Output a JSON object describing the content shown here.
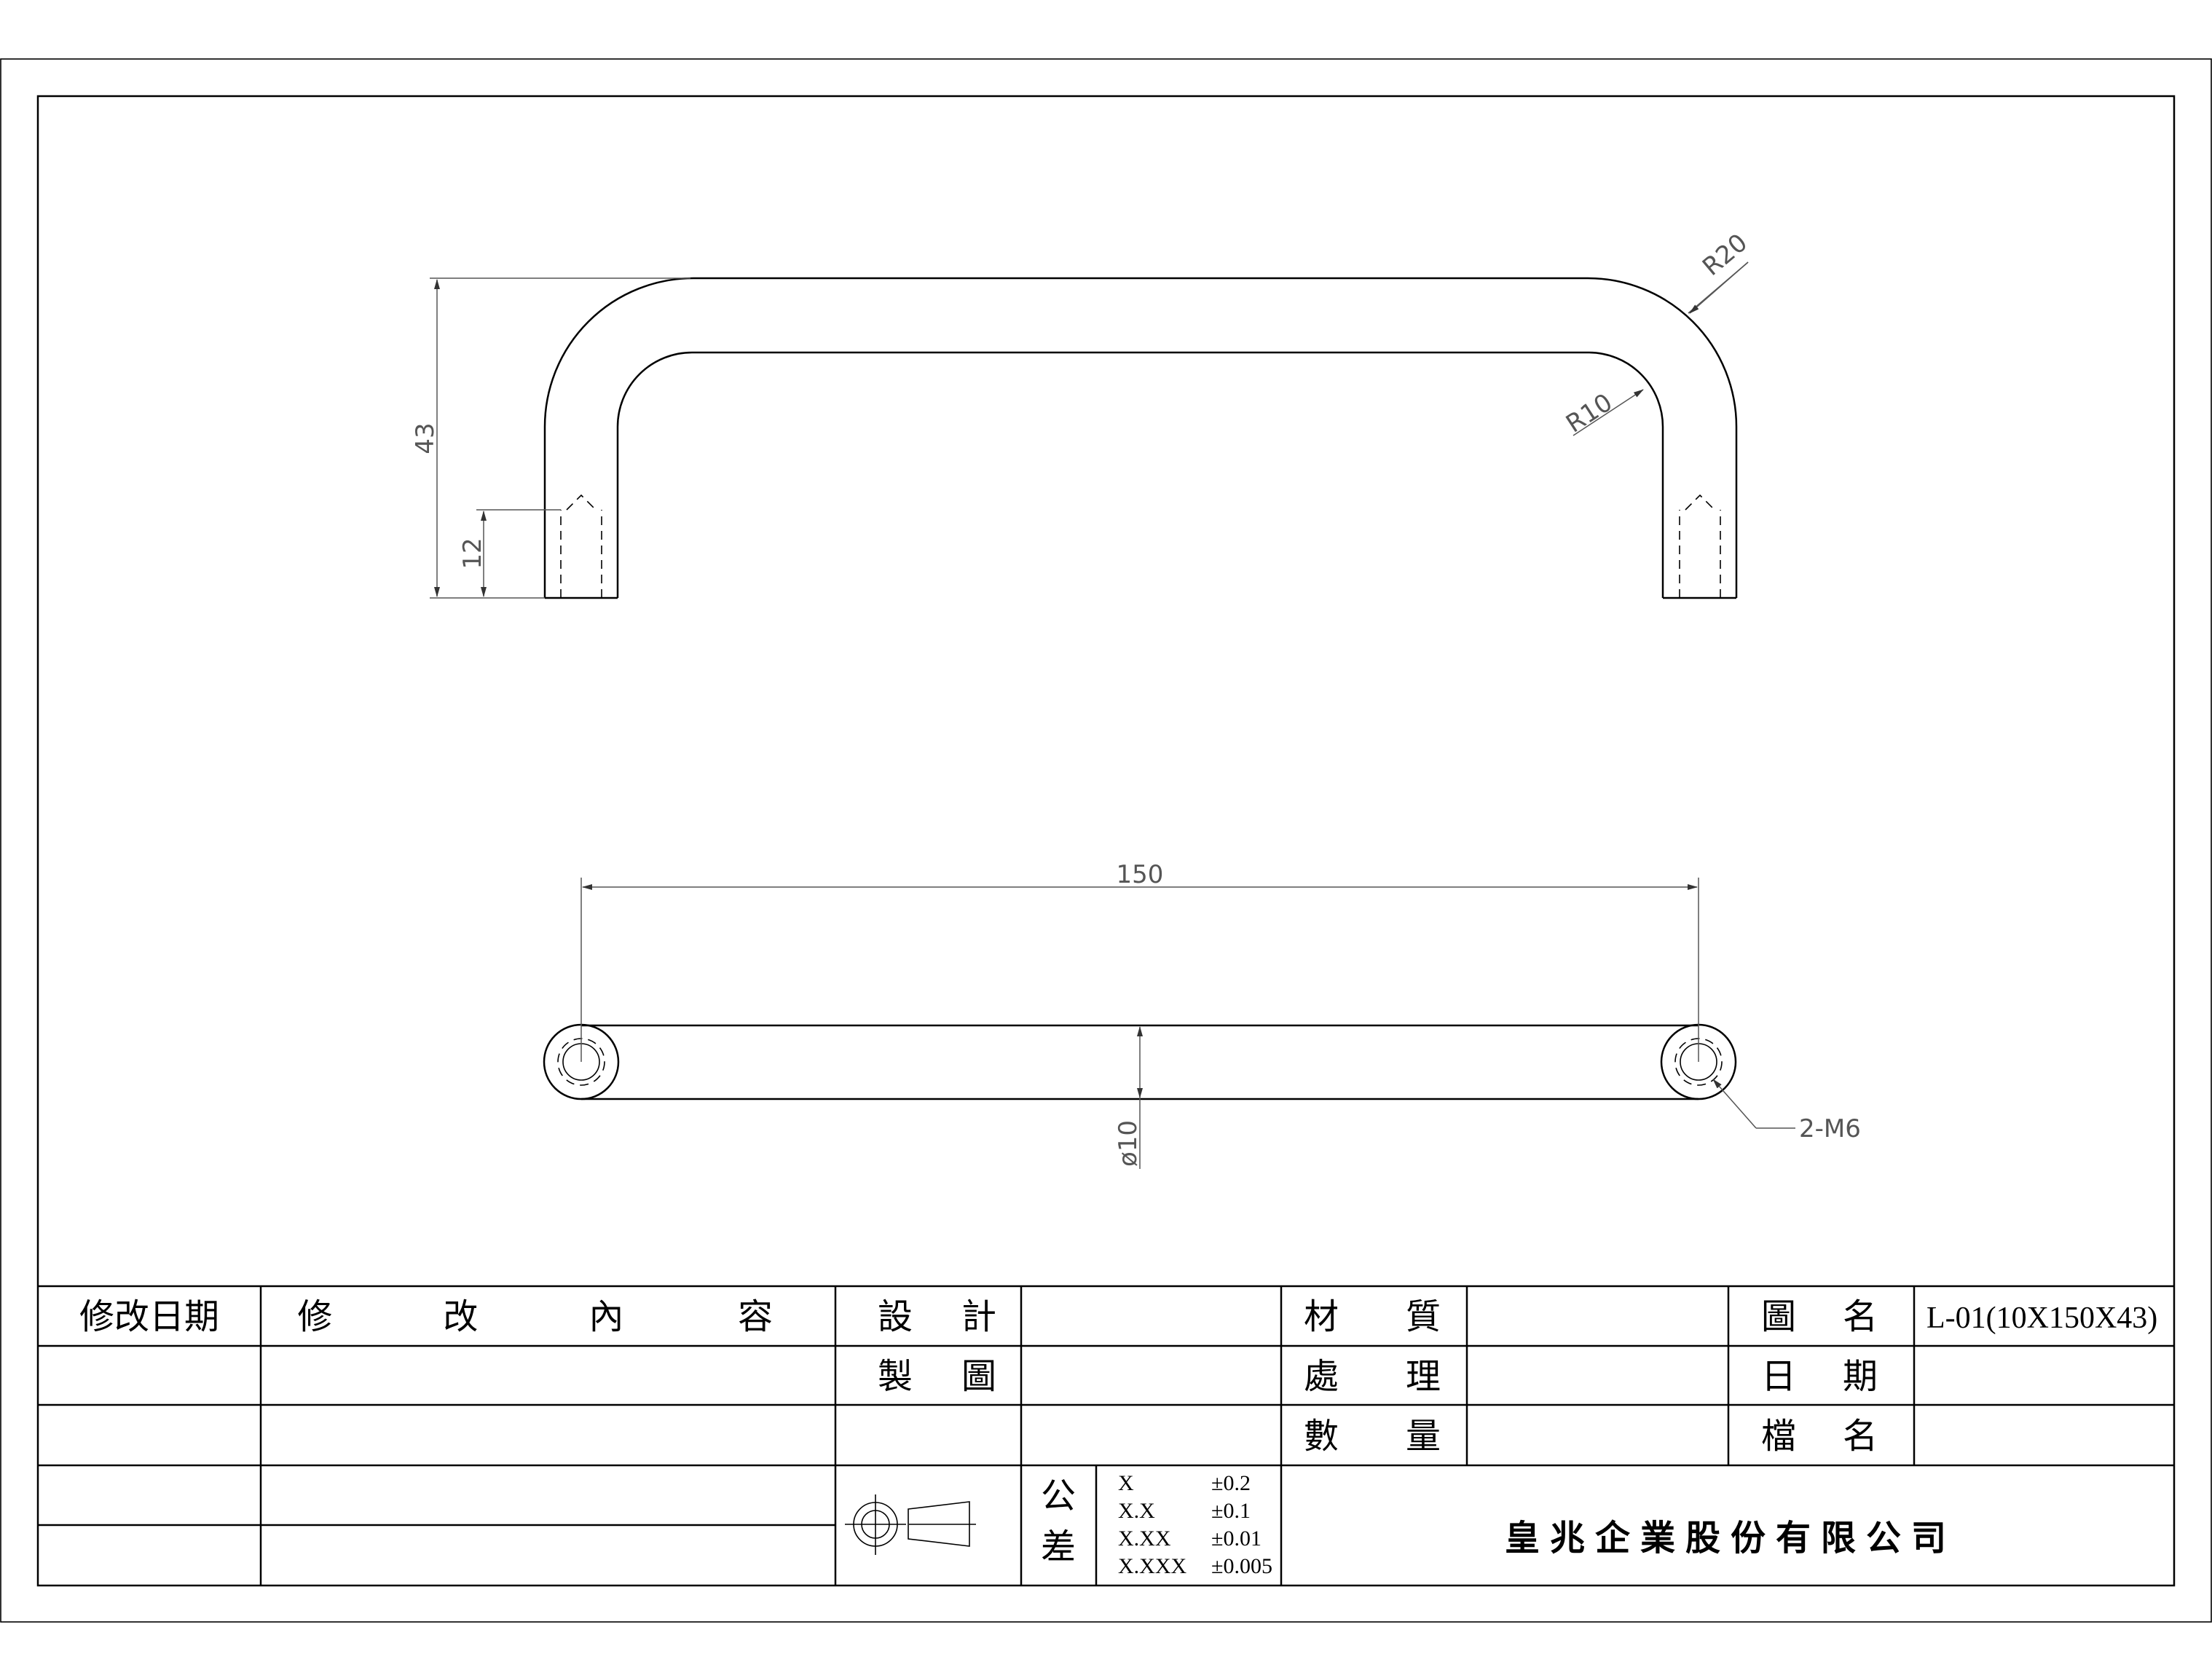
{
  "drawing": {
    "dimensions": {
      "height_43": "43",
      "depth_12": "12",
      "outer_radius": "R20",
      "inner_radius": "R10",
      "length_150": "150",
      "diameter": "ø10",
      "thread": "2-M6"
    }
  },
  "title_block": {
    "rev_date": "修改日期",
    "rev_content": [
      "修",
      "改",
      "內",
      "容"
    ],
    "design": [
      "設",
      "計"
    ],
    "drafting": [
      "製",
      "圖"
    ],
    "material": [
      "材",
      "質"
    ],
    "treatment": [
      "處",
      "理"
    ],
    "quantity": [
      "數",
      "量"
    ],
    "drawing_name": [
      "圖",
      "名"
    ],
    "date": [
      "日",
      "期"
    ],
    "file_name": [
      "檔",
      "名"
    ],
    "drawing_name_value": "L-01(10X150X43)",
    "tolerance_label": [
      "公",
      "差"
    ],
    "tolerances": [
      {
        "format": "X",
        "value": "±0.2"
      },
      {
        "format": "X.X",
        "value": "±0.1"
      },
      {
        "format": "X.XX",
        "value": "±0.01"
      },
      {
        "format": "X.XXX",
        "value": "±0.005"
      }
    ],
    "company": "皇兆企業股份有限公司"
  }
}
